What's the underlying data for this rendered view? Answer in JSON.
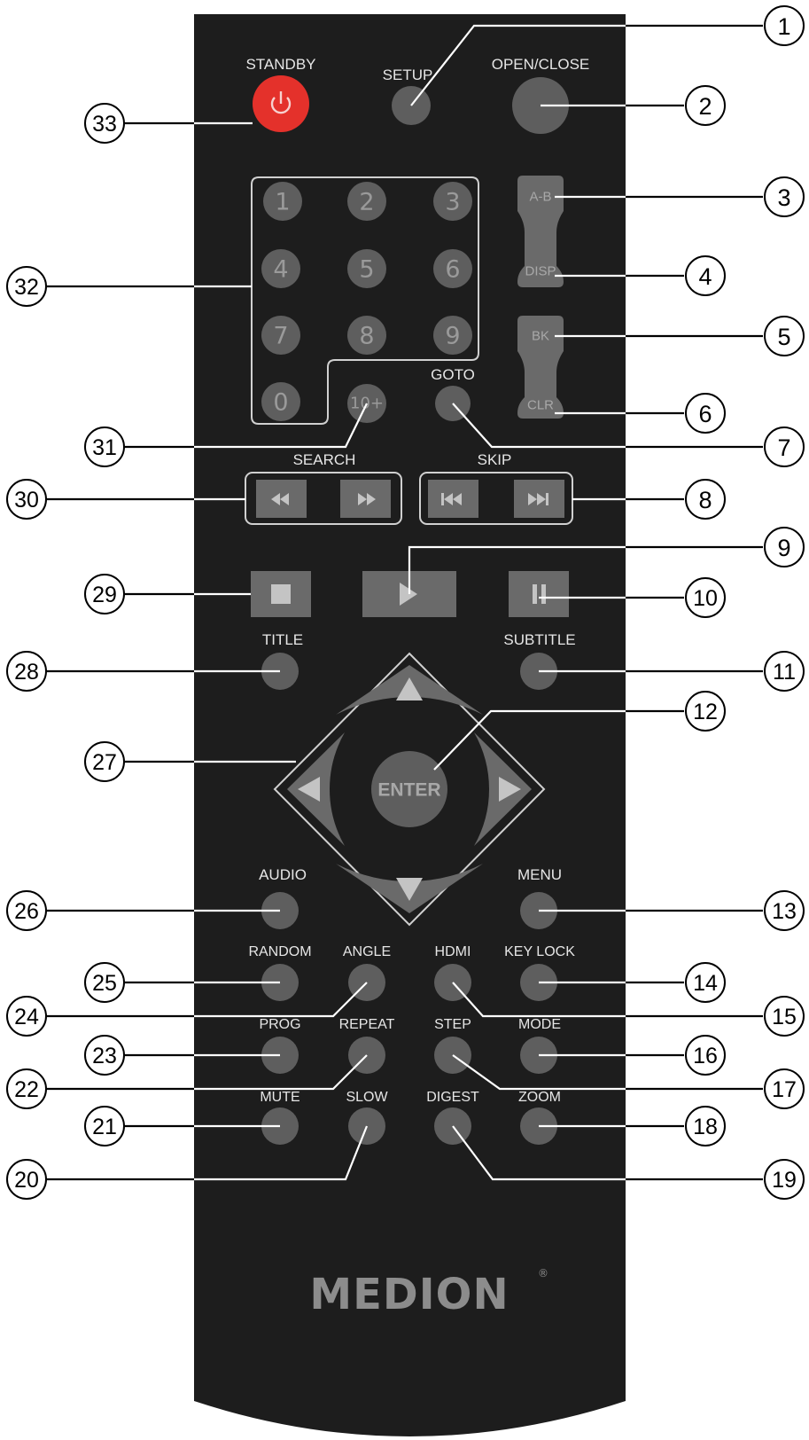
{
  "brand": "MEDION",
  "brand_mark": "®",
  "colors": {
    "body": "#1d1d1d",
    "button": "#5e5e5e",
    "standby": "#e4312b",
    "text": "#e6e6e6"
  },
  "labels": {
    "standby": "STANDBY",
    "standby_icon": "power-icon",
    "setup": "SETUP",
    "open_close": "OPEN/CLOSE",
    "ab": "A-B",
    "disp": "DISP",
    "bk": "BK",
    "clr": "CLR",
    "goto": "GOTO",
    "search": "SEARCH",
    "skip": "SKIP",
    "title": "TITLE",
    "subtitle": "SUBTITLE",
    "enter": "ENTER",
    "audio": "AUDIO",
    "menu": "MENU",
    "random": "RANDOM",
    "angle": "ANGLE",
    "hdmi": "HDMI",
    "keylock": "KEY LOCK",
    "prog": "PROG",
    "repeat": "REPEAT",
    "step": "STEP",
    "mode": "MODE",
    "mute": "MUTE",
    "slow": "SLOW",
    "digest": "DIGEST",
    "zoom": "ZOOM"
  },
  "keypad": [
    "1",
    "2",
    "3",
    "4",
    "5",
    "6",
    "7",
    "8",
    "9",
    "0",
    "10+"
  ],
  "callouts": [
    "1",
    "2",
    "3",
    "4",
    "5",
    "6",
    "7",
    "8",
    "9",
    "10",
    "11",
    "12",
    "13",
    "14",
    "15",
    "16",
    "17",
    "18",
    "19",
    "20",
    "21",
    "22",
    "23",
    "24",
    "25",
    "26",
    "27",
    "28",
    "29",
    "30",
    "31",
    "32",
    "33"
  ]
}
